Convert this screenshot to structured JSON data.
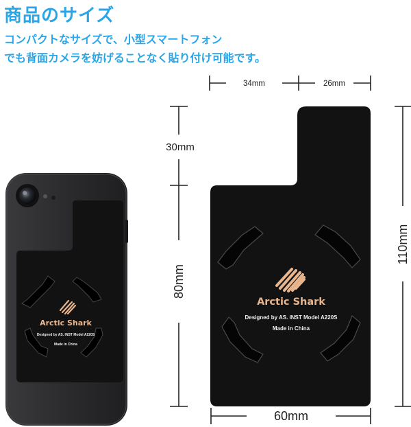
{
  "header": {
    "title": "商品のサイズ",
    "description_lines": [
      "コンパクトなサイズで、小型スマートフォン",
      "でも背面カメラを妨げることなく貼り付け可能です。"
    ]
  },
  "dimensions": {
    "top_left_width": "34mm",
    "top_right_width": "26mm",
    "tab_height": "30mm",
    "lower_height": "80mm",
    "total_height": "110mm",
    "total_width": "60mm"
  },
  "product_label": {
    "brand": "Arctic Shark",
    "designed_by": "Designed by AS. INST Model A220S",
    "origin": "Made in China"
  },
  "colors": {
    "accent": "#2aa6e8",
    "logo": "#e8b58d",
    "plate": "#121212",
    "phone": "#2a2a2c"
  }
}
